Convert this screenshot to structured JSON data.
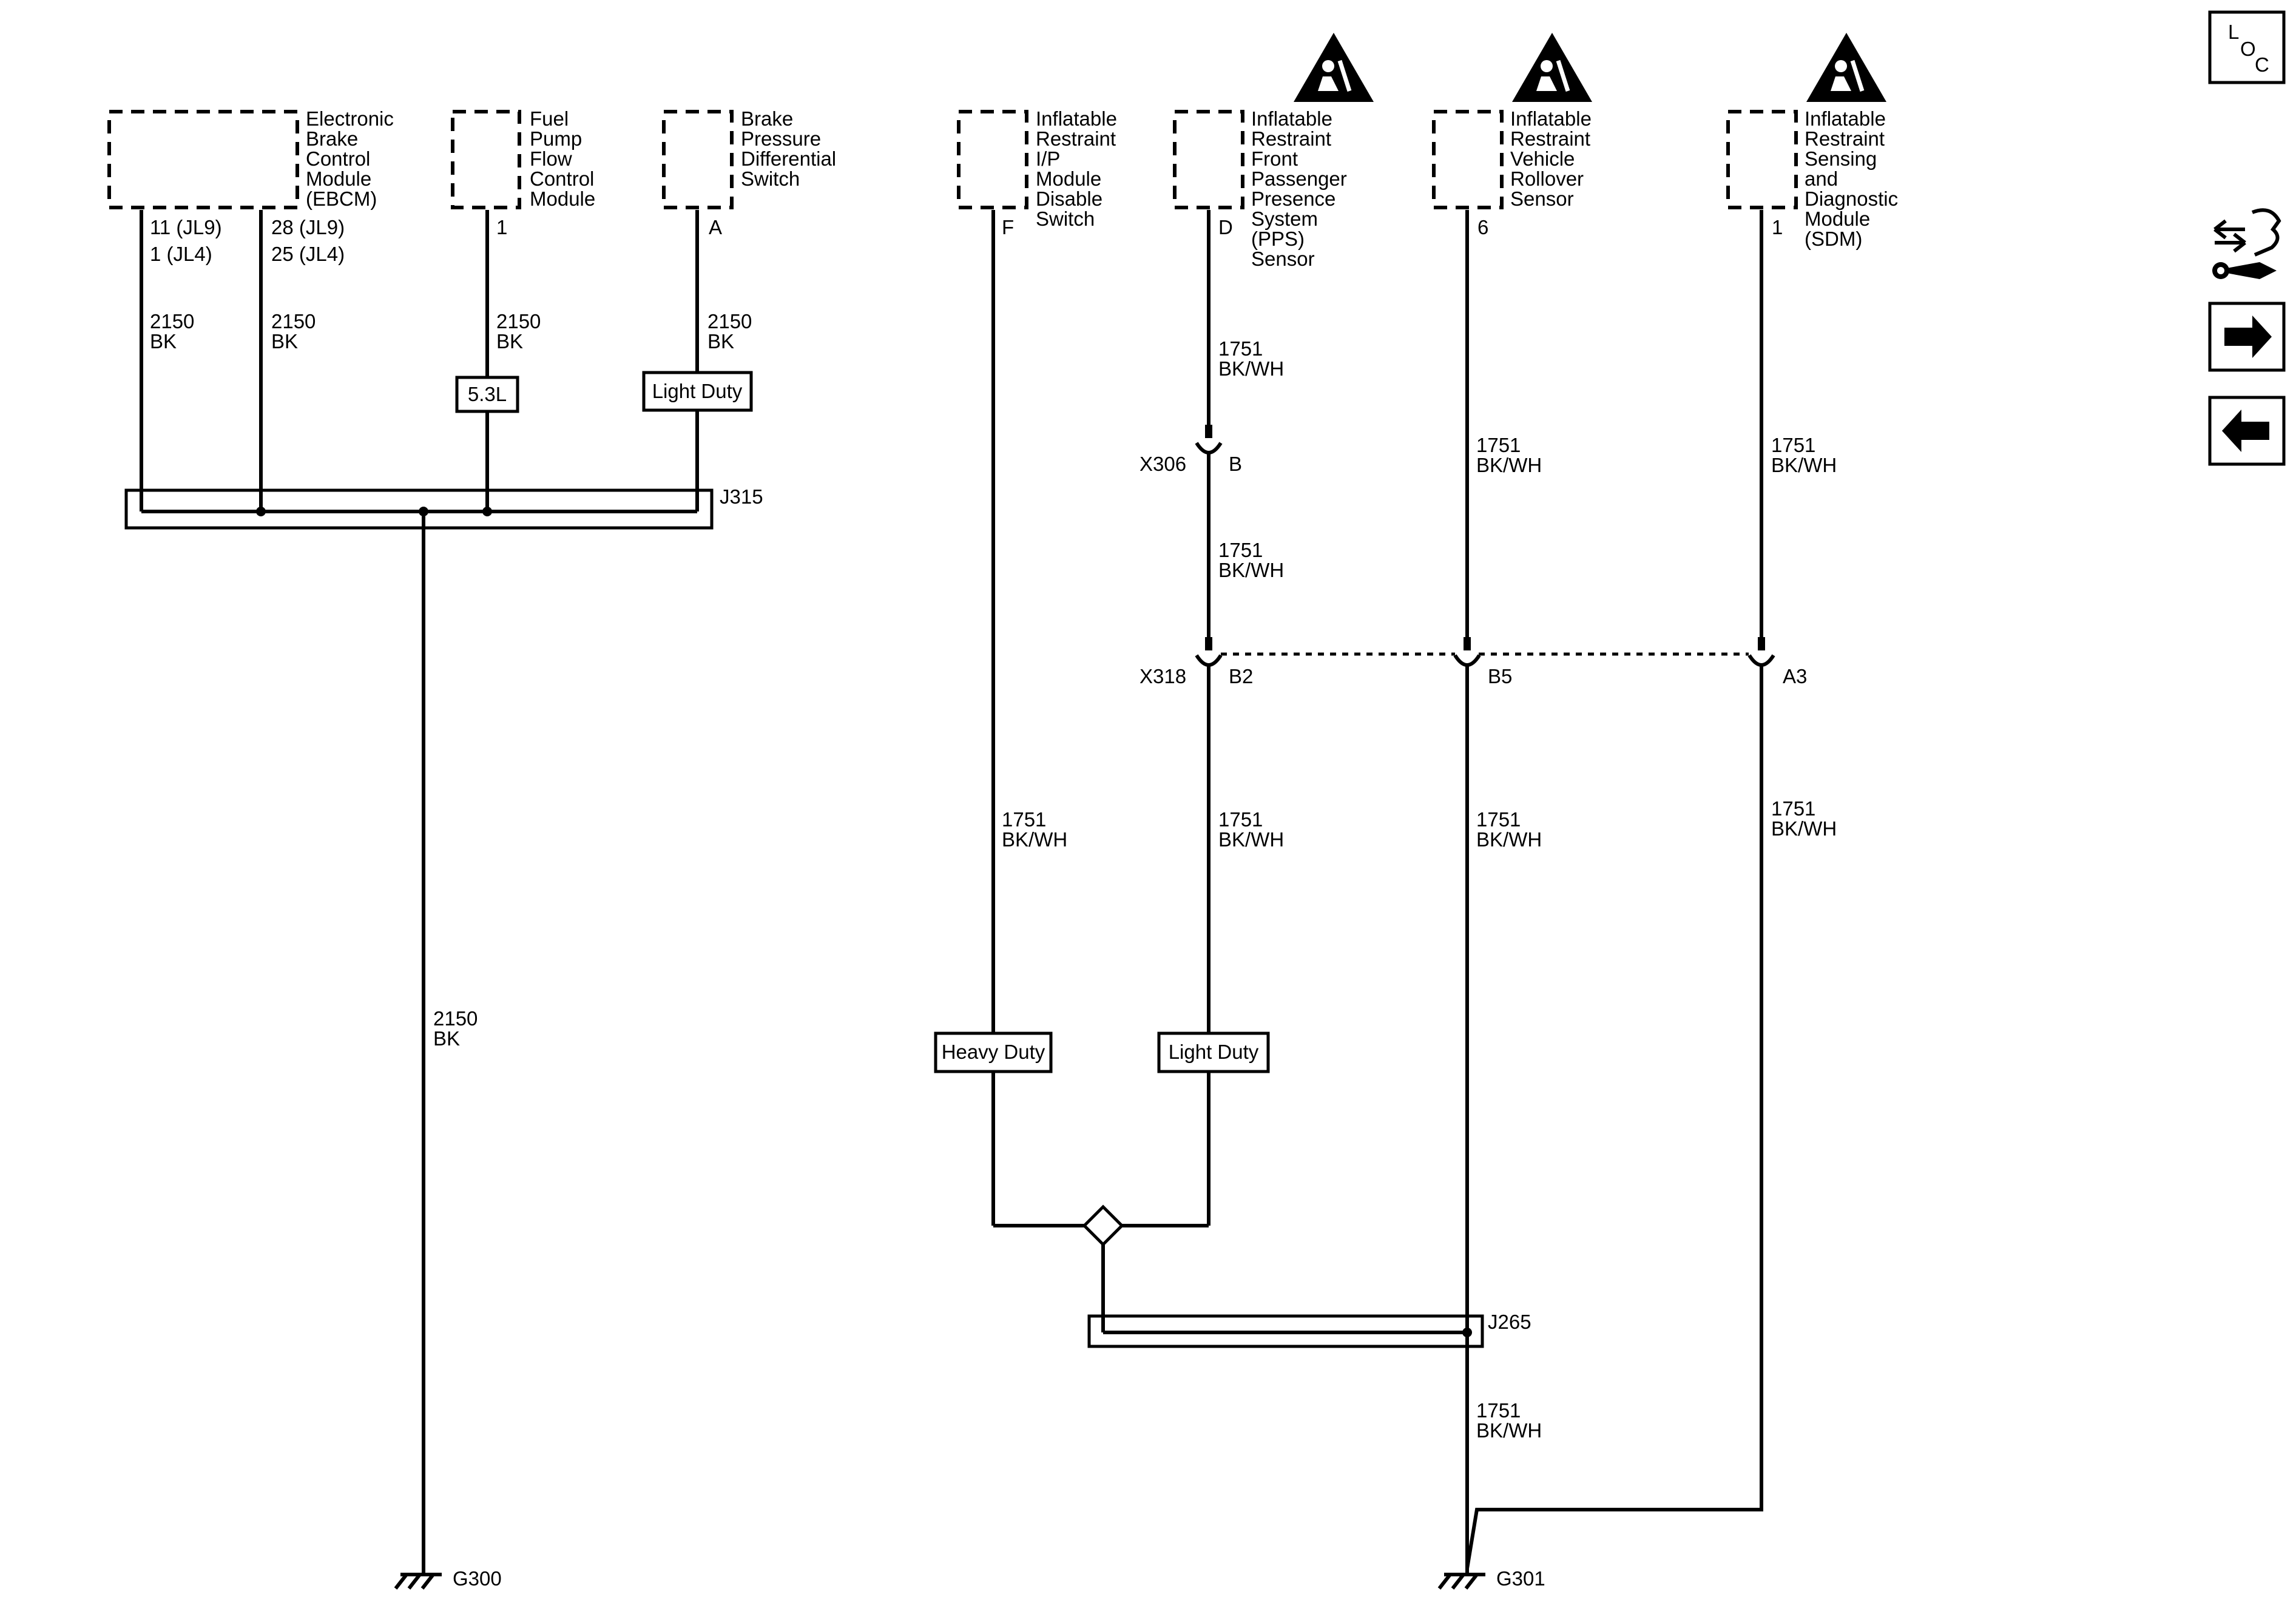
{
  "components": {
    "ebcm": [
      "Electronic",
      "Brake",
      "Control",
      "Module",
      "(EBCM)"
    ],
    "fpfcm": [
      "Fuel",
      "Pump",
      "Flow",
      "Control",
      "Module"
    ],
    "bpds": [
      "Brake",
      "Pressure",
      "Differential",
      "Switch"
    ],
    "ipmds": [
      "Inflatable",
      "Restraint",
      "I/P",
      "Module",
      "Disable",
      "Switch"
    ],
    "pps": [
      "Inflatable",
      "Restraint",
      "Front",
      "Passenger",
      "Presence",
      "System",
      "(PPS)",
      "Sensor"
    ],
    "rollover": [
      "Inflatable",
      "Restraint",
      "Vehicle",
      "Rollover",
      "Sensor"
    ],
    "sdm": [
      "Inflatable",
      "Restraint",
      "Sensing",
      "and",
      "Diagnostic",
      "Module",
      "(SDM)"
    ]
  },
  "pins": {
    "ebcm_a1": "11 (JL9)",
    "ebcm_a2": "1 (JL4)",
    "ebcm_b1": "28 (JL9)",
    "ebcm_b2": "25 (JL4)",
    "fpfcm": "1",
    "bpds": "A",
    "ipmds": "F",
    "pps": "D",
    "rollover": "6",
    "sdm": "1"
  },
  "circuits": {
    "bk_num": "2150",
    "bk_color": "BK",
    "bkwh_num": "1751",
    "bkwh_color": "BK/WH"
  },
  "options": {
    "engine": "5.3L",
    "light_duty": "Light Duty",
    "heavy_duty": "Heavy Duty"
  },
  "connectors": {
    "x306": "X306",
    "x306_pin": "B",
    "x318": "X318",
    "x318_b2": "B2",
    "x318_b5": "B5",
    "x318_a3": "A3"
  },
  "splices": {
    "j315": "J315",
    "j265": "J265"
  },
  "grounds": {
    "g300": "G300",
    "g301": "G301"
  },
  "nav": {
    "loc": [
      "L",
      "O",
      "C"
    ],
    "icons": [
      "airbag-warning-icon",
      "connector-service-icon",
      "next-arrow-icon",
      "previous-arrow-icon"
    ]
  }
}
